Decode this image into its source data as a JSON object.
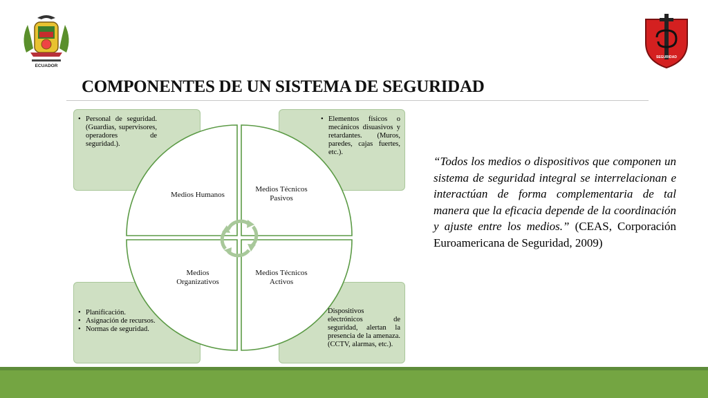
{
  "title": "COMPONENTES DE UN SISTEMA DE SEGURIDAD",
  "logo_left_text": "ECUADOR",
  "logo_right_text": "SEGURIDAD",
  "cards": {
    "top_left": [
      "Personal de seguridad. (Guardias, supervisores, operadores de seguridad.)."
    ],
    "top_right": [
      "Elementos físicos o mecánicos disuasivos y retardantes. (Muros, paredes, cajas fuertes, etc.)."
    ],
    "bottom_left": [
      "Planificación.",
      "Asignación de recursos.",
      "Normas de seguridad."
    ],
    "bottom_right": "Dispositivos electrónicos de seguridad, alertan la presencia de la amenaza. (CCTV, alarmas, etc.)."
  },
  "quadrants": {
    "top_left": "Medios Humanos",
    "top_right": "Medios Técnicos Pasivos",
    "bottom_left": "Medios Organizativos",
    "bottom_right": "Medios Técnicos Activos"
  },
  "quote": {
    "text": "“Todos los medios o dispositivos que componen un sistema de seguridad integral se interrelacionan e interactúan de forma complementaria de tal manera que la eficacia depende de la coordinación y ajuste entre los medios.”",
    "citation": " (CEAS, Corporación Euroamericana de Seguridad, 2009)"
  },
  "colors": {
    "card_fill": "#cfe0c3",
    "wheel_stroke": "#5b9a45",
    "band": "#74a542",
    "band_dark": "#5e8c3a",
    "logo_right_red": "#d42020"
  }
}
